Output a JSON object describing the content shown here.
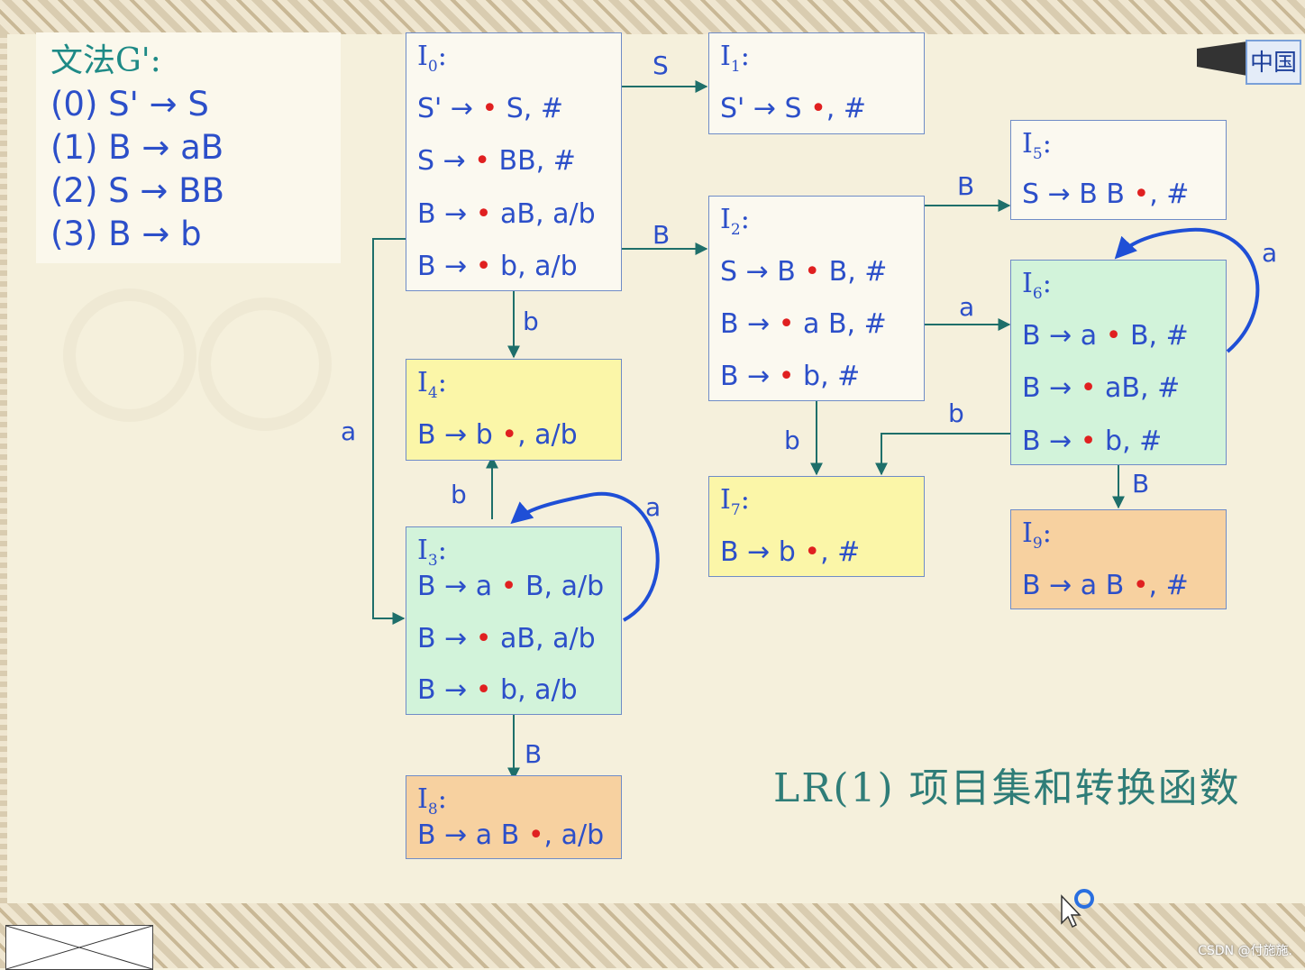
{
  "grammar": {
    "title": "文法G':",
    "rules": [
      "(0) S' → S",
      "(1) B → aB",
      "(2) S → BB",
      "(3) B → b"
    ]
  },
  "states": [
    {
      "id": "I0",
      "label": "I",
      "sub": "0",
      "items": [
        "S' → • S, #",
        "S → • BB, #",
        "B → • aB, a/b",
        "B → • b, a/b"
      ]
    },
    {
      "id": "I1",
      "label": "I",
      "sub": "1",
      "items": [
        "S' → S •, #"
      ]
    },
    {
      "id": "I2",
      "label": "I",
      "sub": "2",
      "items": [
        "S → B • B, #",
        "B → • a B, #",
        "B → • b, #"
      ]
    },
    {
      "id": "I3",
      "label": "I",
      "sub": "3",
      "items": [
        "B → a • B, a/b",
        "B → • aB, a/b",
        "B → • b, a/b"
      ]
    },
    {
      "id": "I4",
      "label": "I",
      "sub": "4",
      "items": [
        "B → b •, a/b"
      ]
    },
    {
      "id": "I5",
      "label": "I",
      "sub": "5",
      "items": [
        "S → B B •, #"
      ]
    },
    {
      "id": "I6",
      "label": "I",
      "sub": "6",
      "items": [
        "B → a • B, #",
        "B →  • aB, #",
        "B → • b, #"
      ]
    },
    {
      "id": "I7",
      "label": "I",
      "sub": "7",
      "items": [
        "B → b •, #"
      ]
    },
    {
      "id": "I8",
      "label": "I",
      "sub": "8",
      "items": [
        "B → a B •, a/b"
      ]
    },
    {
      "id": "I9",
      "label": "I",
      "sub": "9",
      "items": [
        "B → a B •, #"
      ]
    }
  ],
  "transitions": [
    {
      "from": "I0",
      "to": "I1",
      "symbol": "S"
    },
    {
      "from": "I0",
      "to": "I2",
      "symbol": "B"
    },
    {
      "from": "I0",
      "to": "I4",
      "symbol": "b"
    },
    {
      "from": "I0",
      "to": "I3",
      "symbol": "a"
    },
    {
      "from": "I3",
      "to": "I4",
      "symbol": "b"
    },
    {
      "from": "I3",
      "to": "I3",
      "symbol": "a"
    },
    {
      "from": "I3",
      "to": "I8",
      "symbol": "B"
    },
    {
      "from": "I2",
      "to": "I5",
      "symbol": "B"
    },
    {
      "from": "I2",
      "to": "I6",
      "symbol": "a"
    },
    {
      "from": "I2",
      "to": "I7",
      "symbol": "b"
    },
    {
      "from": "I6",
      "to": "I6",
      "symbol": "a"
    },
    {
      "from": "I6",
      "to": "I7",
      "symbol": "b"
    },
    {
      "from": "I6",
      "to": "I9",
      "symbol": "B"
    }
  ],
  "caption": "LR(1) 项目集和转换函数",
  "logo_text": "中国",
  "watermark_text": "CSDN @付施施.",
  "colors": {
    "item_text": "#2c4fc9",
    "dot": "#e02020",
    "arrow": "#1e6f6a",
    "loop_arrow": "#1f4fd6",
    "yellow_state": "#fbf6a8",
    "green_state": "#d2f3da",
    "orange_state": "#f7d1a0"
  }
}
